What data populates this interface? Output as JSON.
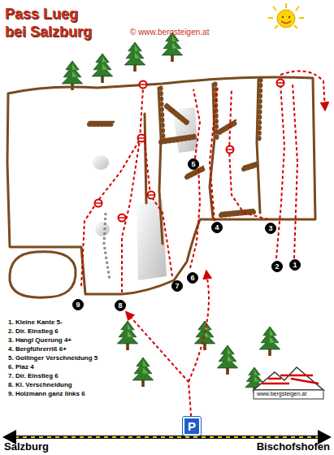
{
  "diagram": {
    "title": "Pass Lueg bei Salzburg",
    "nodes": [
      {
        "text": [
          "1"
        ]
      },
      {
        "text": [
          "2"
        ]
      },
      {
        "text": [
          "3"
        ]
      },
      {
        "text": [
          "4"
        ]
      },
      {
        "text": [
          "5"
        ]
      },
      {
        "text": [
          "6"
        ]
      },
      {
        "text": [
          "7"
        ]
      },
      {
        "text": [
          "8"
        ]
      },
      {
        "text": [
          "9"
        ]
      },
      {
        "text": [
          "P"
        ]
      }
    ],
    "edges": [
      {
        "from": 9,
        "to": 7,
        "arrow": "to"
      }
    ],
    "labels": [
      "© www.bergsteigen.at",
      "1. Kleine Kante 5-",
      "2. Dir. Einstieg 6",
      "3. Hangl Querung 4+",
      "4. Bergführerriß 6+",
      "5. Gollinger Verschneidung 5",
      "6. Piaz 4",
      "7. Dir. Einstieg 6",
      "8. Kl. Verschneidung",
      "9. Holzmann ganz links 6",
      "www.bergsteigen.at",
      "Salzburg",
      "Bischofshofen"
    ]
  }
}
